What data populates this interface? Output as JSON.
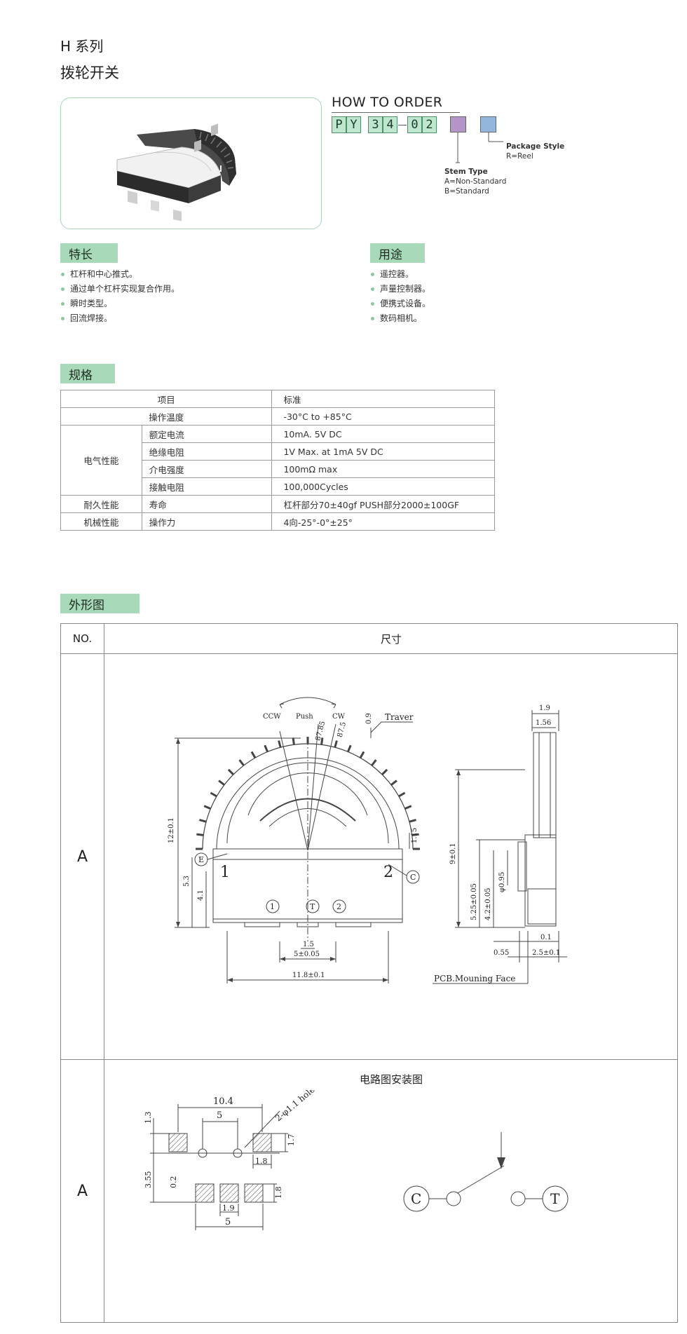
{
  "header": {
    "series": "H 系列",
    "title": "拨轮开关"
  },
  "order": {
    "title": "HOW TO ORDER",
    "code_chars": [
      "P",
      "Y",
      "3",
      "4",
      "0",
      "2"
    ],
    "opt1_color": "#b395c8",
    "opt2_color": "#94b6dc",
    "package_style_title": "Package Style",
    "package_style_values": [
      "R=Reel"
    ],
    "stem_type_title": "Stem Type",
    "stem_type_values": [
      "A=Non-Standard",
      "B=Standard"
    ]
  },
  "features": {
    "title": "特长",
    "items": [
      "杠杆和中心推式。",
      "通过单个杠杆实现复合作用。",
      "瞬时类型。",
      "回流焊接。"
    ]
  },
  "uses": {
    "title": "用途",
    "items": [
      "遥控器。",
      "声量控制器。",
      "便携式设备。",
      "数码相机。"
    ]
  },
  "spec": {
    "title": "规格",
    "col_item": "项目",
    "col_std": "标准",
    "rows": {
      "op_temp": {
        "label": "操作温度",
        "value": "-30°C to +85°C"
      },
      "electrical": "电气性能",
      "rated": {
        "label": "额定电流",
        "value": "10mA. 5V DC"
      },
      "insulation": {
        "label": "绝缘电阻",
        "value": "1V Max. at 1mA 5V DC"
      },
      "dielectric": {
        "label": "介电强度",
        "value": "100mΩ max"
      },
      "contact": {
        "label": "接触电阻",
        "value": "100,000Cycles"
      },
      "durability": "耐久性能",
      "life": {
        "label": "寿命",
        "value": "杠杆部分70±40gf   PUSH部分2000±100GF"
      },
      "mechanical": "机械性能",
      "force": {
        "label": "操作力",
        "value": "4向-25°-0°±25°"
      }
    }
  },
  "outline": {
    "title": "外形图",
    "col_no": "NO.",
    "col_size": "尺寸",
    "row1_no": "A",
    "row2_no": "A",
    "row2_title": "电路图安装图"
  },
  "drawing": {
    "ccw": "CCW",
    "push": "Push",
    "cw": "CW",
    "a1": "87.85",
    "a2": "87.5",
    "d09": "0.9",
    "traver": "Traver",
    "h12": "12±0.1",
    "d115": "1.15",
    "e": "E",
    "c": "C",
    "n1": "1",
    "n2": "2",
    "d53": "5.3",
    "d41": "4.1",
    "p1": "1",
    "pt": "T",
    "p2": "2",
    "d15": "1.5",
    "w5": "5±0.05",
    "w118": "11.8±0.1",
    "s19": "1.9",
    "s156": "1.56",
    "s9": "9±0.1",
    "s525": "5.25±0.05",
    "s42": "4.2±0.05",
    "s095": "φ0.95",
    "s01": "0.1",
    "s055": "0.55",
    "s25": "2.5±0.1",
    "pcb": "PCB.Mouning Face"
  },
  "pcbdraw": {
    "w104": "10.4",
    "w5a": "5",
    "hole": "2-φ1.1 hole",
    "h13": "1.3",
    "h17": "1.7",
    "w18a": "1.8",
    "h355": "3.55",
    "h02": "0.2",
    "h18b": "1.8",
    "w19": "1.9",
    "w5b": "5",
    "cc": "C",
    "ct": "T"
  }
}
